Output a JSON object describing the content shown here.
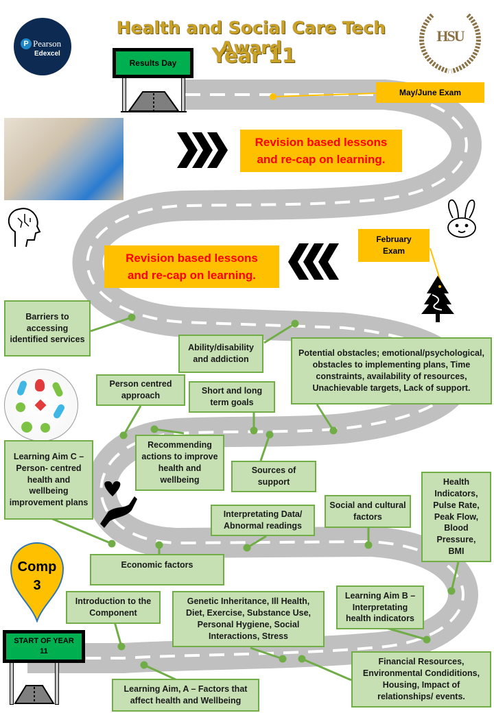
{
  "header": {
    "title_line1": "Health and Social Care Tech Award",
    "title_line2": "Year 11"
  },
  "logos": {
    "pearson_name": "Pearson",
    "pearson_sub": "Edexcel",
    "school_crest": "HSU"
  },
  "signs": {
    "results_day": "Results  Day",
    "start_of_year": "START OF YEAR 11"
  },
  "marker": {
    "line1": "Comp",
    "line2": "3"
  },
  "exams": {
    "may_june": "May/June Exam",
    "february": "February Exam"
  },
  "revision": {
    "upper": "Revision based lessons and re-cap on learning.",
    "lower": "Revision based lessons and re-cap on learning."
  },
  "topics": {
    "barriers": "Barriers to accessing identified services",
    "ability": "Ability/disability and addiction",
    "obstacles": "Potential obstacles; emotional/psychological, obstacles to implementing plans, Time constraints, availability of resources, Unachievable targets, Lack of support.",
    "person_centred": "Person centred approach",
    "short_long": "Short and long term goals",
    "recommending": "Recommending actions to improve health and wellbeing",
    "sources": "Sources of support",
    "aim_c": "Learning Aim C – Person- centred health and wellbeing improvement plans",
    "interpreting_data": "Interpretating Data/ Abnormal readings",
    "social_cultural": "Social and cultural factors",
    "health_indicators": "Health Indicators, Pulse Rate, Peak Flow, Blood Pressure, BMI",
    "economic": "Economic factors",
    "intro": "Introduction to the Component",
    "genetic": "Genetic Inheritance, Ill Health, Diet, Exercise, Substance Use, Personal Hygiene, Social Interactions, Stress",
    "aim_b": "Learning Aim B – Interpretating health indicators",
    "financial": "Financial Resources, Environmental Condiditions, Housing, Impact of relationships/ events.",
    "aim_a": "Learning Aim, A – Factors that affect health and Wellbeing"
  },
  "colors": {
    "road": "#c0c0c0",
    "green_box": "#c6e0b4",
    "green_border": "#70ad47",
    "yellow": "#ffc000",
    "revision_text": "#ff0000",
    "sign_green": "#00b050",
    "title_gold": "#c9a227"
  }
}
